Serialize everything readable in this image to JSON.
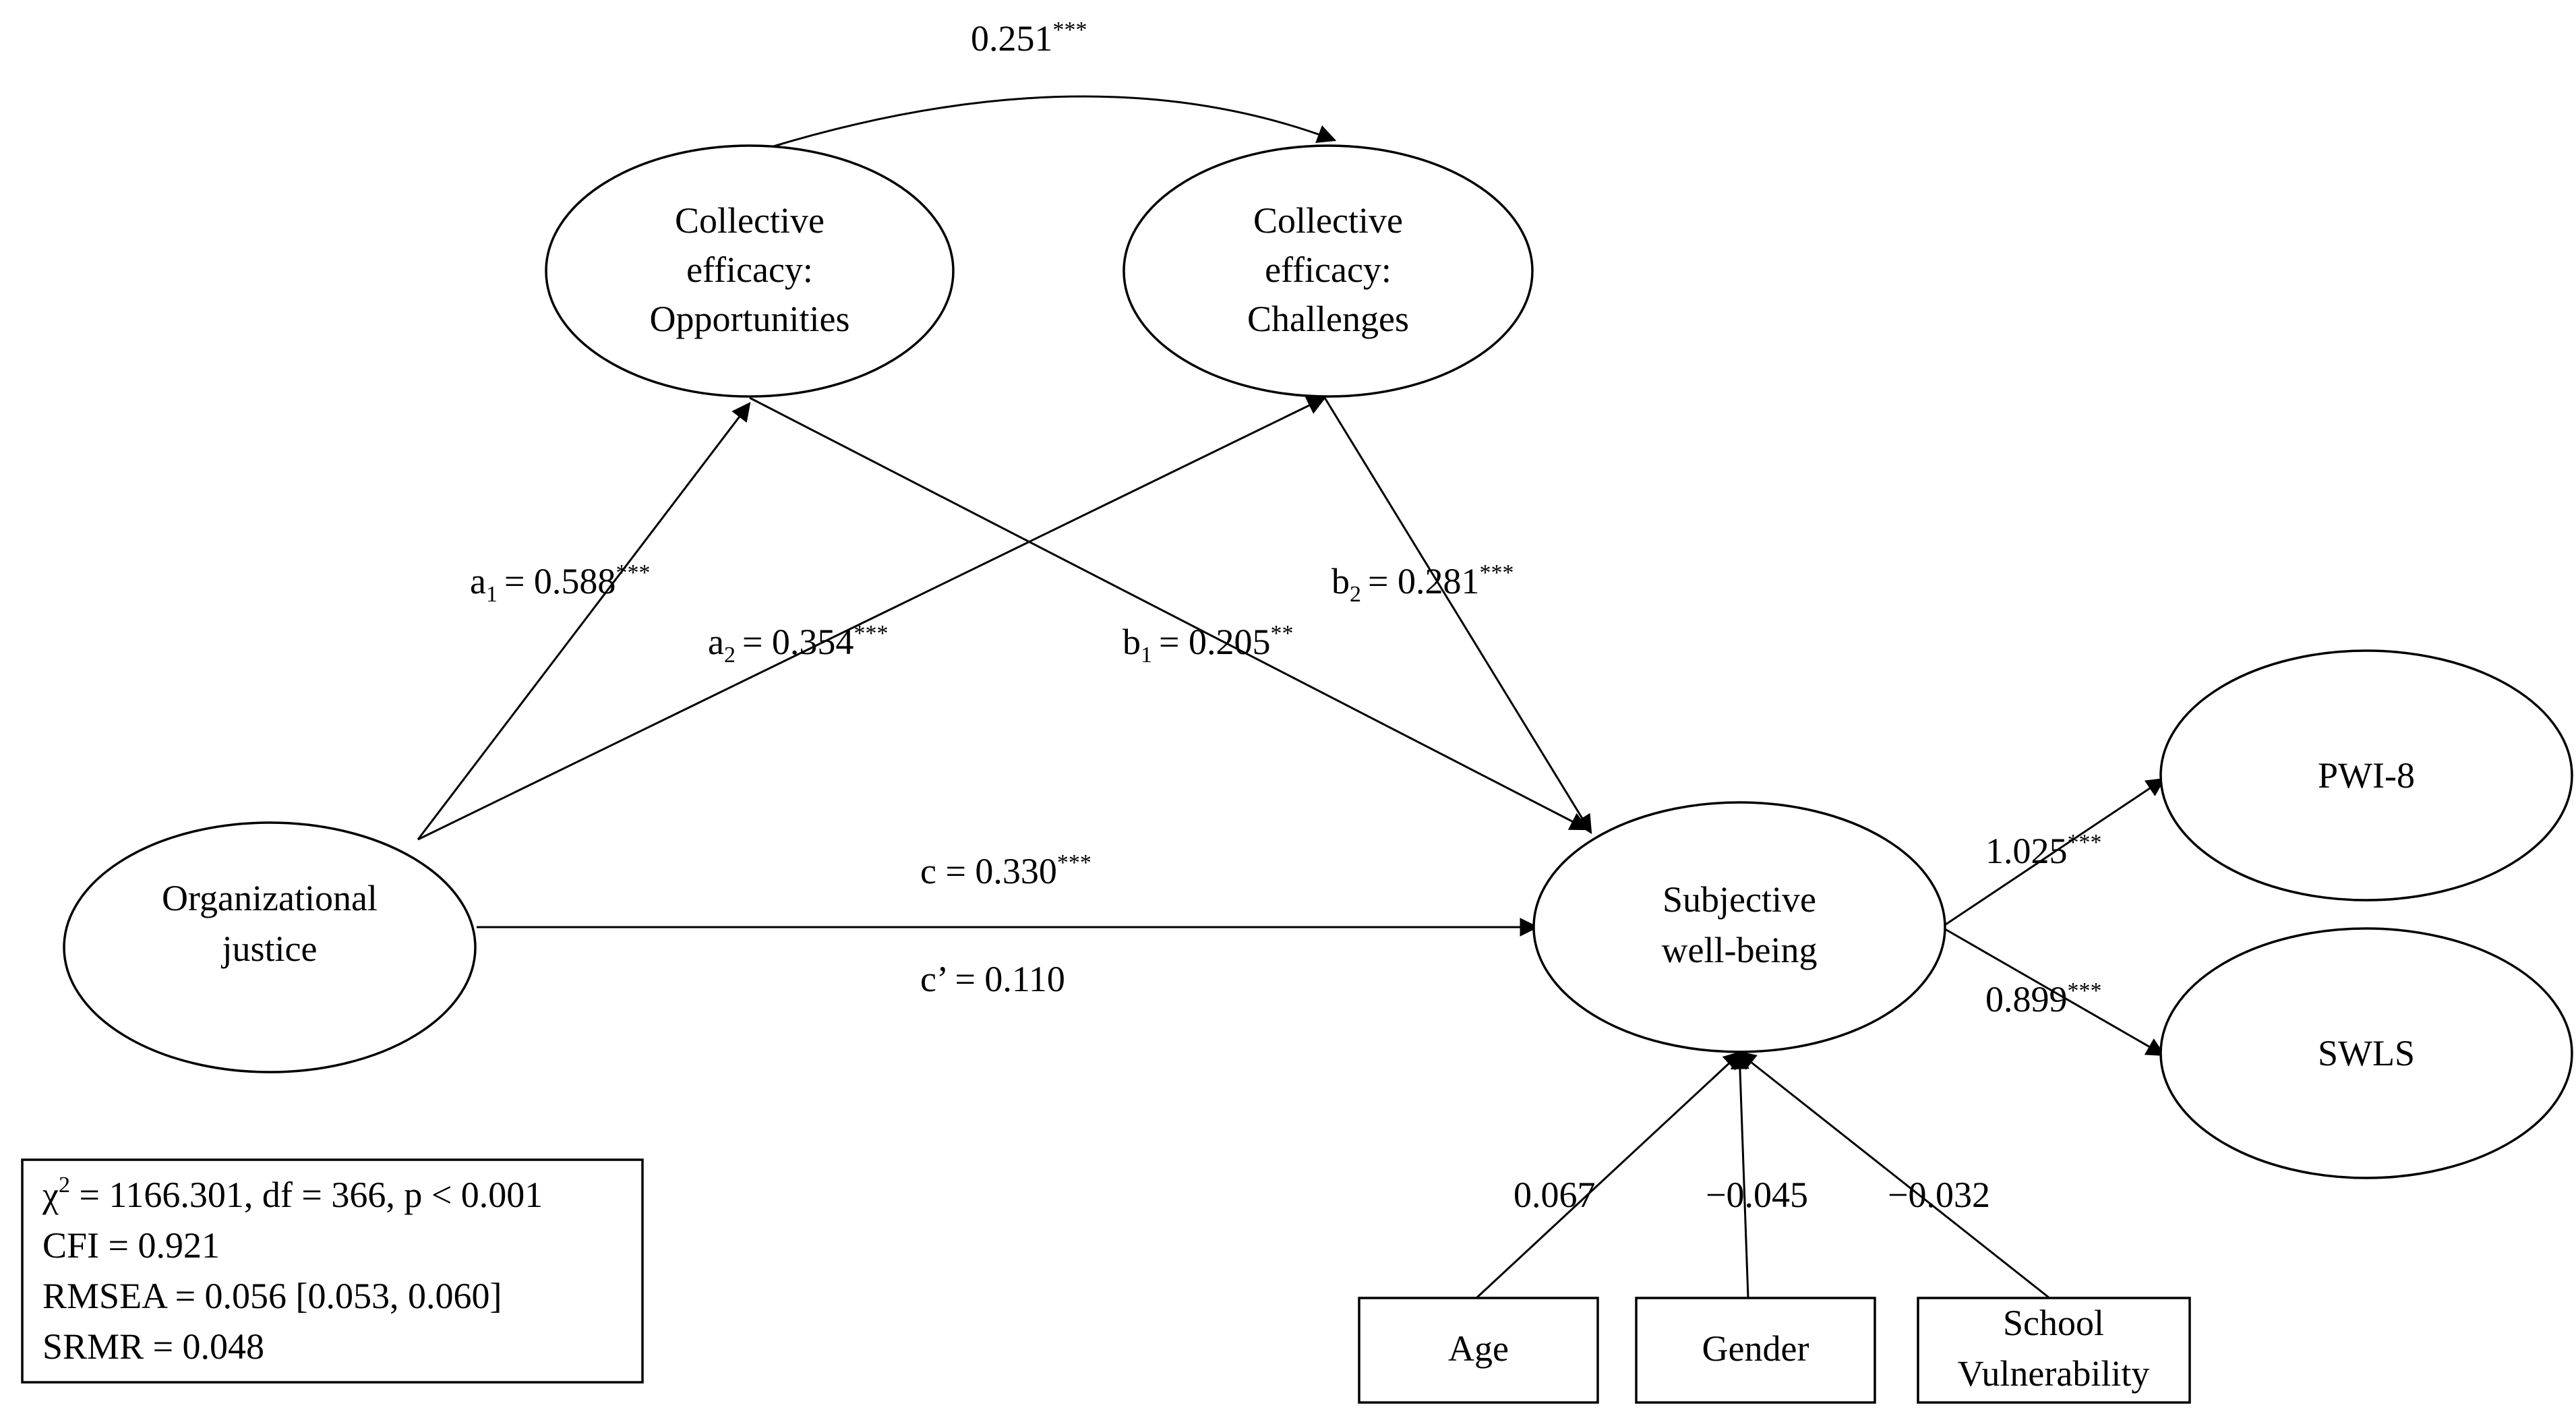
{
  "nodes": {
    "ce_opportunities": {
      "lines": [
        "Collective",
        "efficacy:",
        "Opportunities"
      ]
    },
    "ce_challenges": {
      "lines": [
        "Collective",
        "efficacy:",
        "Challenges"
      ]
    },
    "org_justice": {
      "lines": [
        "Organizational",
        "justice"
      ]
    },
    "swb": {
      "lines": [
        "Subjective",
        "well-being"
      ]
    },
    "pwi8": {
      "lines": [
        "PWI-8"
      ]
    },
    "swls": {
      "lines": [
        "SWLS"
      ]
    },
    "age": {
      "lines": [
        "Age"
      ]
    },
    "gender": {
      "lines": [
        "Gender"
      ]
    },
    "school_vuln": {
      "lines": [
        "School",
        "Vulnerability"
      ]
    }
  },
  "paths": {
    "covariance": {
      "value": "0.251",
      "sig": "***"
    },
    "a1": {
      "name": "a",
      "sub": "1",
      "value": "= 0.588",
      "sig": "***"
    },
    "a2": {
      "name": "a",
      "sub": "2",
      "value": "= 0.354",
      "sig": "***"
    },
    "b1": {
      "name": "b",
      "sub": "1",
      "value": "= 0.205",
      "sig": "**"
    },
    "b2": {
      "name": "b",
      "sub": "2",
      "value": "= 0.281",
      "sig": "***"
    },
    "c": {
      "text": "c = 0.330",
      "sig": "***"
    },
    "c_prime": {
      "text": "c’ = 0.110"
    },
    "pwi8_loading": {
      "value": "1.025",
      "sig": "***"
    },
    "swls_loading": {
      "value": "0.899",
      "sig": "***"
    },
    "age_effect": {
      "value": "0.067"
    },
    "gender_effect": {
      "value": "−0.045"
    },
    "school_effect": {
      "value": "−0.032"
    }
  },
  "fit": {
    "chi_symbol": "χ",
    "chi_exp": "2",
    "chi_rest": " = 1166.301,  df =  366, p < 0.001",
    "cfi": "CFI = 0.921",
    "rmsea": "RMSEA = 0.056 [0.053, 0.060]",
    "srmr": "SRMR = 0.048"
  }
}
